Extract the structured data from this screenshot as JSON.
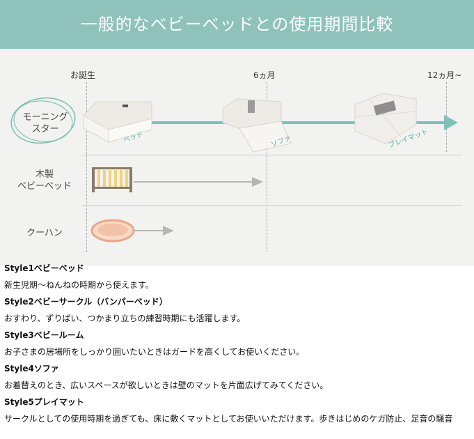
{
  "banner": {
    "title": "一般的なベビーベッドとの使用期間比較"
  },
  "timeline": {
    "marks": [
      "お誕生",
      "6ヵ月",
      "12ヵ月~"
    ]
  },
  "rows": {
    "morning_star": {
      "label_line1": "モーニング",
      "label_line2": "スター",
      "stages": [
        "ベッド",
        "ソファ",
        "プレイマット"
      ]
    },
    "wooden_bed": {
      "label_line1": "木製",
      "label_line2": "ベビーベッド"
    },
    "cooing": {
      "label": "クーハン"
    }
  },
  "colors": {
    "banner": "#8ec2bb",
    "accent_arrow": "#7ec1b6",
    "gray_arrow": "#b5b5b5",
    "crib_bar": "#f3d27e",
    "basket": "#e8a886"
  },
  "notes": [
    {
      "head": "Style1ベビーベッド",
      "body": "新生児期～ねんねの時期から使えます。"
    },
    {
      "head": "Style2ベビーサークル（バンパーベッド）",
      "body": "おすわり、ずりばい、つかまり立ちの練習時期にも活躍します。"
    },
    {
      "head": "Style3ベビールーム",
      "body": "お子さまの居場所をしっかり囲いたいときはガードを高くしてお使いください。"
    },
    {
      "head": "Style4ソファ",
      "body": "お着替えのとき、広いスペースが欲しいときは壁のマットを片面広げてみてください。"
    },
    {
      "head": "Style5プレイマット",
      "body": "サークルとしての使用時期を過ぎても、床に敷くマットとしてお使いいただけます。歩きはじめのケガ防止、足音の騒音"
    }
  ]
}
